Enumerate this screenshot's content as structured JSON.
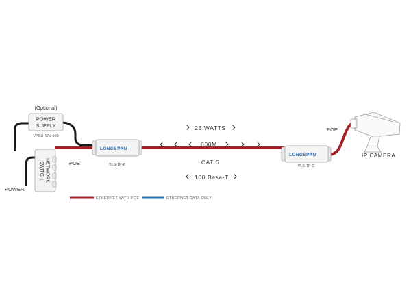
{
  "colors": {
    "poe": "#a3232b",
    "data_only": "#2a74b8",
    "cable_black": "#1a1a1a",
    "logo_blue": "#2a6fb6"
  },
  "power_supply": {
    "optional": "(Optional)",
    "line1": "POWER",
    "line2": "SUPPLY",
    "model": "VPSU-57V-600"
  },
  "power_label": "POWER",
  "switch": {
    "line1": "NETWORK",
    "line2": "SWITCH"
  },
  "poe_left": "POE",
  "poe_right": "POE",
  "tx": {
    "logo_a": "LONG",
    "logo_b": "SPAN",
    "model": "VLS-1P-B"
  },
  "rx": {
    "logo_a": "LONG",
    "logo_b": "SPAN",
    "model": "VLS-1P-C"
  },
  "link": {
    "watts": "25 WATTS",
    "distance": "600M",
    "cable": "CAT 6",
    "speed": "100 Base-T"
  },
  "camera_label": "IP CAMERA",
  "legend": {
    "poe": "ETHERNET WITH POE",
    "data_only": "ETHERNET DATA ONLY"
  }
}
